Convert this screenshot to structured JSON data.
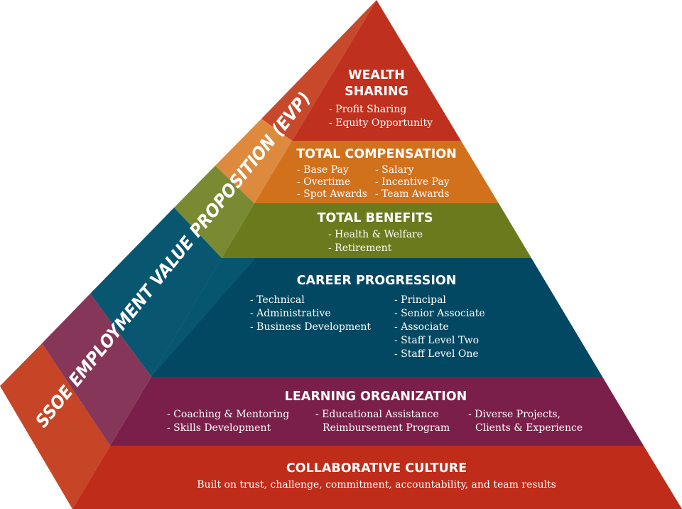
{
  "side_label": "SSOE EMPLOYMENT VALUE PROPOSITION (EVP)",
  "colors": {
    "wealth_sharing": "#c0301e",
    "total_compensation": "#d2711c",
    "total_benefits": "#6b7a1c",
    "career_progression": "#034862",
    "learning_organization": "#7a1f4a",
    "collaborative_culture": "#bf2c1a"
  },
  "tiers": {
    "wealth_sharing": {
      "title_line1": "WEALTH",
      "title_line2": "SHARING",
      "items": [
        "- Profit Sharing",
        "- Equity Opportunity"
      ]
    },
    "total_compensation": {
      "title": "TOTAL COMPENSATION",
      "col1": [
        "- Base Pay",
        "- Overtime",
        "- Spot Awards"
      ],
      "col2": [
        "- Salary",
        "- Incentive Pay",
        "- Team Awards"
      ]
    },
    "total_benefits": {
      "title": "TOTAL BENEFITS",
      "items": [
        "- Health & Welfare",
        "- Retirement"
      ]
    },
    "career_progression": {
      "title": "CAREER PROGRESSION",
      "col1": [
        "- Technical",
        "- Administrative",
        "- Business Development"
      ],
      "col2": [
        "- Principal",
        "- Senior Associate",
        "- Associate",
        "- Staff Level Two",
        "- Staff Level One"
      ]
    },
    "learning_organization": {
      "title": "LEARNING ORGANIZATION",
      "col1": [
        "- Coaching & Mentoring",
        "- Skills Development"
      ],
      "col2": [
        "- Educational Assistance",
        "Reimbursement Program"
      ],
      "col3": [
        "- Diverse Projects,",
        "Clients & Experience"
      ]
    },
    "collaborative_culture": {
      "title": "COLLABORATIVE CULTURE",
      "subtitle": "Built on trust, challenge, commitment, accountability, and team results"
    }
  }
}
